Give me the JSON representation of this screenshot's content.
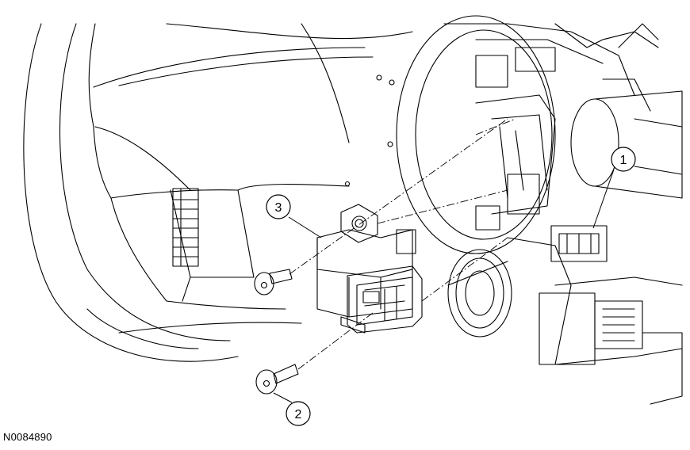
{
  "figure": {
    "id": "N0084890"
  },
  "callouts": [
    {
      "label": "1"
    },
    {
      "label": "2"
    },
    {
      "label": "3"
    }
  ],
  "style": {
    "line_color": "#000000",
    "background": "#ffffff"
  }
}
